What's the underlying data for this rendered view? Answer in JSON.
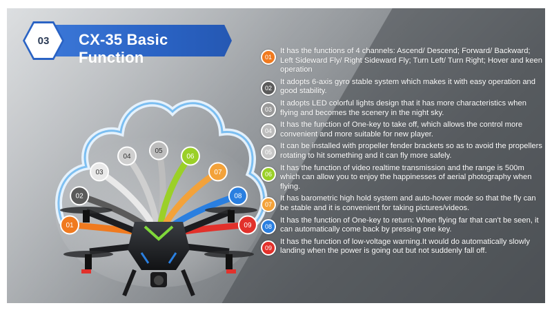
{
  "banner": {
    "number": "03",
    "title": "CX-35 Basic Function",
    "color": "#2a63c4"
  },
  "illustration": {
    "rays": [
      {
        "label": "01",
        "color": "#f07a1f"
      },
      {
        "label": "02",
        "color": "#5a5a5a"
      },
      {
        "label": "03",
        "color": "#e9e9e9"
      },
      {
        "label": "04",
        "color": "#cfcfcf"
      },
      {
        "label": "05",
        "color": "#bdbdbd"
      },
      {
        "label": "06",
        "color": "#9bd028"
      },
      {
        "label": "07",
        "color": "#f3a23a"
      },
      {
        "label": "08",
        "color": "#2a7fe0"
      },
      {
        "label": "09",
        "color": "#e2312b"
      }
    ]
  },
  "features": [
    {
      "num": "01",
      "color": "#f07a1f",
      "text": "It has the functions of 4 channels: Ascend/ Descend; Forward/ Backward; Left Sideward Fly/ Right Sideward Fly; Turn Left/ Turn Right; Hover and keen operation"
    },
    {
      "num": "02",
      "color": "#5b5b5b",
      "text": "It adopts 6-axis gyro stable system which makes it with easy operation and good stability."
    },
    {
      "num": "03",
      "color": "#9a9a9a",
      "text": "It adopts LED colorful lights design that it has more characteristics when flying and becomes the scenery in the night sky."
    },
    {
      "num": "04",
      "color": "#bcbcbc",
      "text": "It has the function of One-key to take off, which allows the control more convenient and more suitable for new player."
    },
    {
      "num": "05",
      "color": "#c7c7c7",
      "text": "It can be installed with propeller fender brackets so as to avoid the propellers rotating to hit something and it can fly more safely."
    },
    {
      "num": "06",
      "color": "#9bd028",
      "text": "It has the function of video realtime transmission and the range is 500m which can allow you to enjoy the happinesses of aerial photography when flying."
    },
    {
      "num": "07",
      "color": "#f3a23a",
      "text": "It has barometric high hold system and auto-hover mode so that the fly can be stable and it is convenient for taking pictures/videos."
    },
    {
      "num": "08",
      "color": "#2a7fe0",
      "text": "It has the function of One-key to return: When flying far that can't be seen, it can automatically come back by pressing one key."
    },
    {
      "num": "09",
      "color": "#e2312b",
      "text": "It has the function of low-voltage warning.It would do automatically slowly landing when the power is going out but not suddenly fall off."
    }
  ]
}
